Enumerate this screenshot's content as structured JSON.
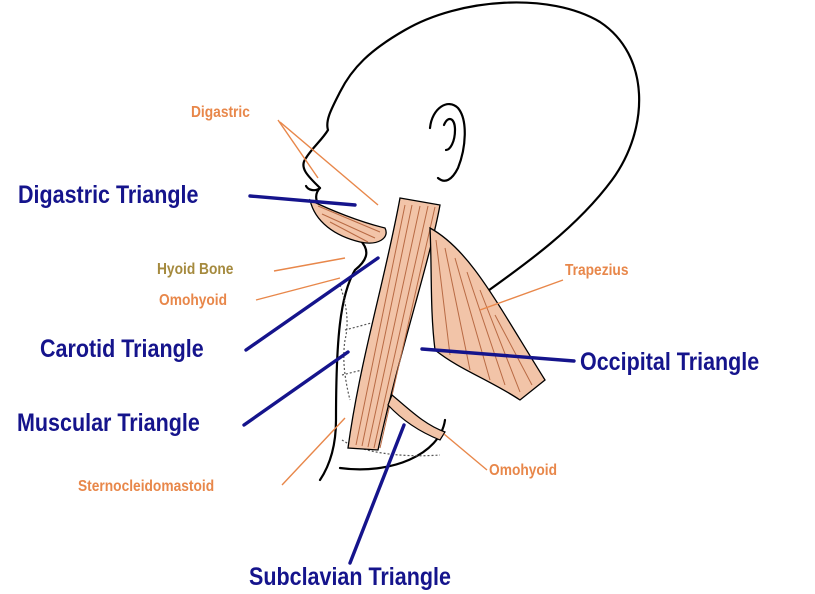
{
  "colors": {
    "triangle_text": "#15148c",
    "triangle_line": "#15148c",
    "muscle_text": "#e8874a",
    "bone_text": "#a58a3e",
    "leader_line": "#e8874a",
    "outline": "#000000",
    "muscle_fill": "#f2c4a8",
    "muscle_fiber": "#b86a44"
  },
  "labels": {
    "digastric": "Digastric",
    "hyoid_bone": "Hyoid Bone",
    "omohyoid_left": "Omohyoid",
    "trapezius": "Trapezius",
    "sternocleidomastoid": "Sternocleidomastoid",
    "omohyoid_right": "Omohyoid"
  },
  "triangles": {
    "digastric": "Digastric Triangle",
    "carotid": "Carotid Triangle",
    "muscular": "Muscular Triangle",
    "occipital": "Occipital Triangle",
    "subclavian": "Subclavian Triangle"
  }
}
